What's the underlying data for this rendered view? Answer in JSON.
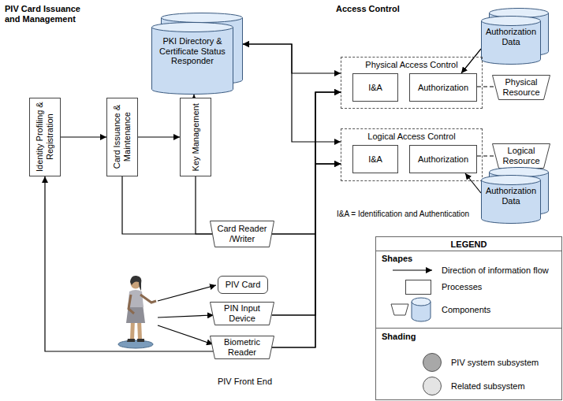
{
  "diagram": {
    "nodes": [
      {
        "text": [
          "PIV Card Issuance and Management"
        ]
      },
      {
        "text": [
          "PKI Directory & Certificate Status Responder"
        ],
        "in": 0
      },
      {
        "text": [
          "Identity Profiling & Registration"
        ],
        "in": 0
      },
      {
        "text": [
          "Card Issuance & Maintenance"
        ],
        "in": 0
      },
      {
        "text": [
          "Key Management"
        ],
        "in": 0
      },
      {
        "text": [
          "Access Control"
        ]
      },
      {
        "text": [
          "Authorization Data"
        ],
        "in": 5
      },
      {
        "text": [
          "Physical Access Control"
        ],
        "in": 5
      },
      {
        "text": [
          "I&A"
        ],
        "in": 7
      },
      {
        "text": [
          "Authorization"
        ],
        "in": 7
      },
      {
        "text": [
          "Physical Resource"
        ],
        "in": 5
      },
      {
        "text": [
          "Logical Access Control"
        ],
        "in": 5
      },
      {
        "text": [
          "I&A"
        ],
        "in": 11
      },
      {
        "text": [
          "Authorization"
        ],
        "in": 11
      },
      {
        "text": [
          "Logical Resource"
        ],
        "in": 5
      },
      {
        "text": [
          "Authorization Data"
        ],
        "in": 5
      },
      {
        "text": [
          "PIV Front End"
        ]
      },
      {
        "text": [
          "Card Reader /Writer"
        ],
        "in": 16
      },
      {
        "text": [
          "PIV Card"
        ],
        "in": 16
      },
      {
        "text": [
          "PIN Input Device"
        ],
        "in": 16
      },
      {
        "text": [
          "Biometric Reader"
        ],
        "in": 16
      }
    ],
    "edges": [
      {
        "from": 2,
        "to": 3,
        "arrow": "to"
      },
      {
        "from": 3,
        "to": 4,
        "arrow": "to"
      },
      {
        "from": 4,
        "to": 1,
        "arrow": "to"
      },
      {
        "from": 1,
        "to": 7,
        "arrow": "both"
      },
      {
        "from": 1,
        "to": 11,
        "arrow": "both"
      },
      {
        "from": 17,
        "to": 7,
        "arrow": "to"
      },
      {
        "from": 17,
        "to": 11,
        "arrow": "to"
      },
      {
        "from": 19,
        "to": 7,
        "arrow": "to"
      },
      {
        "from": 19,
        "to": 11,
        "arrow": "to"
      },
      {
        "from": 20,
        "to": 7,
        "arrow": "to"
      },
      {
        "from": 20,
        "to": 11,
        "arrow": "to"
      },
      {
        "from": 3,
        "to": 17,
        "arrow": "none"
      },
      {
        "from": 4,
        "to": 17,
        "arrow": "none"
      },
      {
        "from": 20,
        "to": 2,
        "arrow": "to"
      },
      {
        "from": 6,
        "to": 9,
        "arrow": "to"
      },
      {
        "from": 9,
        "to": 10,
        "arrow": "none"
      },
      {
        "from": 13,
        "to": 14,
        "arrow": "none"
      },
      {
        "from": 15,
        "to": 13,
        "arrow": "to"
      }
    ],
    "labels": [
      "I&A = Identification and Authentication",
      "LEGEND",
      "Shapes",
      "Shading"
    ],
    "legend": [
      {
        "text": "Direction of information flow"
      },
      {
        "text": "Processes"
      },
      {
        "text": "Components"
      },
      {
        "text": "PIV system subsystem",
        "color": "#a8a8a8"
      },
      {
        "text": "Related subsystem",
        "color": "#e4e4e4"
      }
    ]
  }
}
